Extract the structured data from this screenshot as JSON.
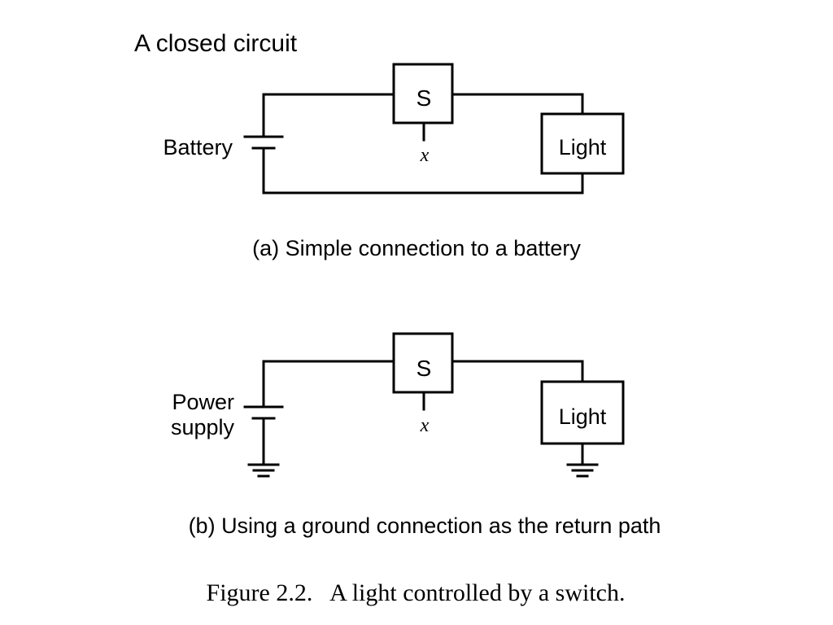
{
  "title": "A closed circuit",
  "colors": {
    "ink": "#000000",
    "background": "#ffffff"
  },
  "diagram_a": {
    "source_label": "Battery",
    "switch_label": "S",
    "switch_input_label": "x",
    "load_label": "Light",
    "caption": "(a) Simple connection to a battery"
  },
  "diagram_b": {
    "source_label_line1": "Power",
    "source_label_line2": "supply",
    "switch_label": "S",
    "switch_input_label": "x",
    "load_label": "Light",
    "caption": "(b) Using a ground connection as the return path"
  },
  "figure_caption": "Figure 2.2.   A light controlled by a switch."
}
